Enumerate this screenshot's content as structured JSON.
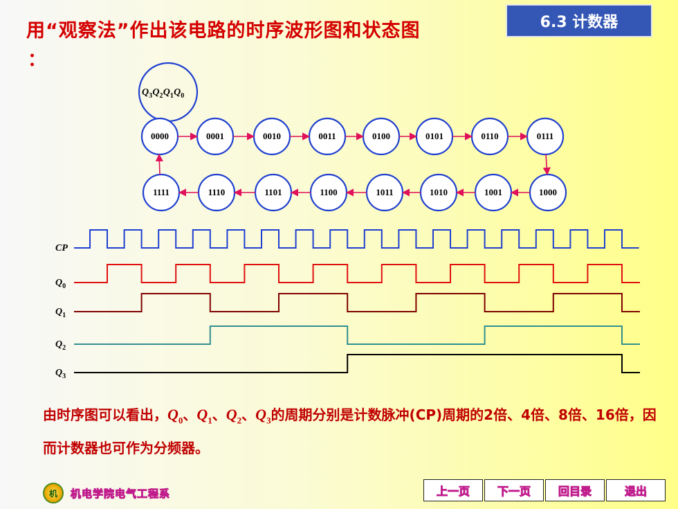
{
  "header": {
    "title": "用“观察法”作出该电路的时序波形图和状态图",
    "title_colon": "：",
    "section_tag": "6.3 计数器"
  },
  "state_diagram": {
    "legend": {
      "letter": "Q",
      "subs": [
        "3",
        "2",
        "1",
        "0"
      ]
    },
    "top_row": [
      "0000",
      "0001",
      "0010",
      "0011",
      "0100",
      "0101",
      "0110",
      "0111"
    ],
    "bottom_row": [
      "1111",
      "1110",
      "1101",
      "1100",
      "1011",
      "1010",
      "1001",
      "1000"
    ],
    "circle_stroke": "#1f3fd0",
    "arrow_color": "#e0105a"
  },
  "waveform": {
    "labels": [
      {
        "letter": "CP",
        "sub": ""
      },
      {
        "letter": "Q",
        "sub": "0"
      },
      {
        "letter": "Q",
        "sub": "1"
      },
      {
        "letter": "Q",
        "sub": "2"
      },
      {
        "letter": "Q",
        "sub": "3"
      }
    ],
    "colors": {
      "CP": "#1f3fd0",
      "Q0": "#e01010",
      "Q1": "#800000",
      "Q2": "#2f8f8f",
      "Q3": "#000000"
    },
    "cp_pulses": 16
  },
  "summary": {
    "part1": "由时序图可以看出，",
    "q_letter": "Q",
    "subs": [
      "0",
      "1",
      "2",
      "3"
    ],
    "sep": "、",
    "part2": "的周期分别是计数脉冲(CP)周期的2倍、4倍、8倍、16倍，因而计数器也可作为分频器。"
  },
  "footer": {
    "logo_mark": "机",
    "logo_text": "机电学院电气工程系",
    "nav": {
      "prev": "上一页",
      "next": "下一页",
      "toc": "回目录",
      "exit": "退出"
    }
  }
}
